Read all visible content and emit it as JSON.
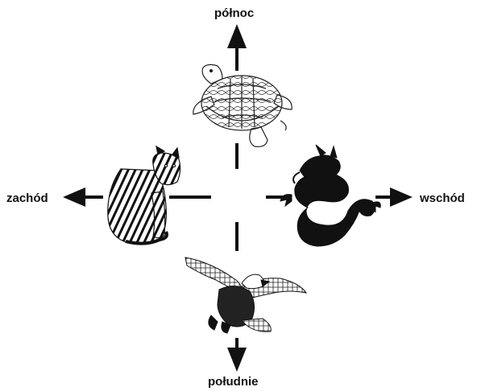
{
  "directions": {
    "north": {
      "label": "północ",
      "animal": "turtle"
    },
    "south": {
      "label": "południe",
      "animal": "eagle"
    },
    "west": {
      "label": "zachód",
      "animal": "tiger"
    },
    "east": {
      "label": "wschód",
      "animal": "dragon"
    }
  },
  "colors": {
    "ink": "#111111",
    "background": "#ffffff"
  }
}
